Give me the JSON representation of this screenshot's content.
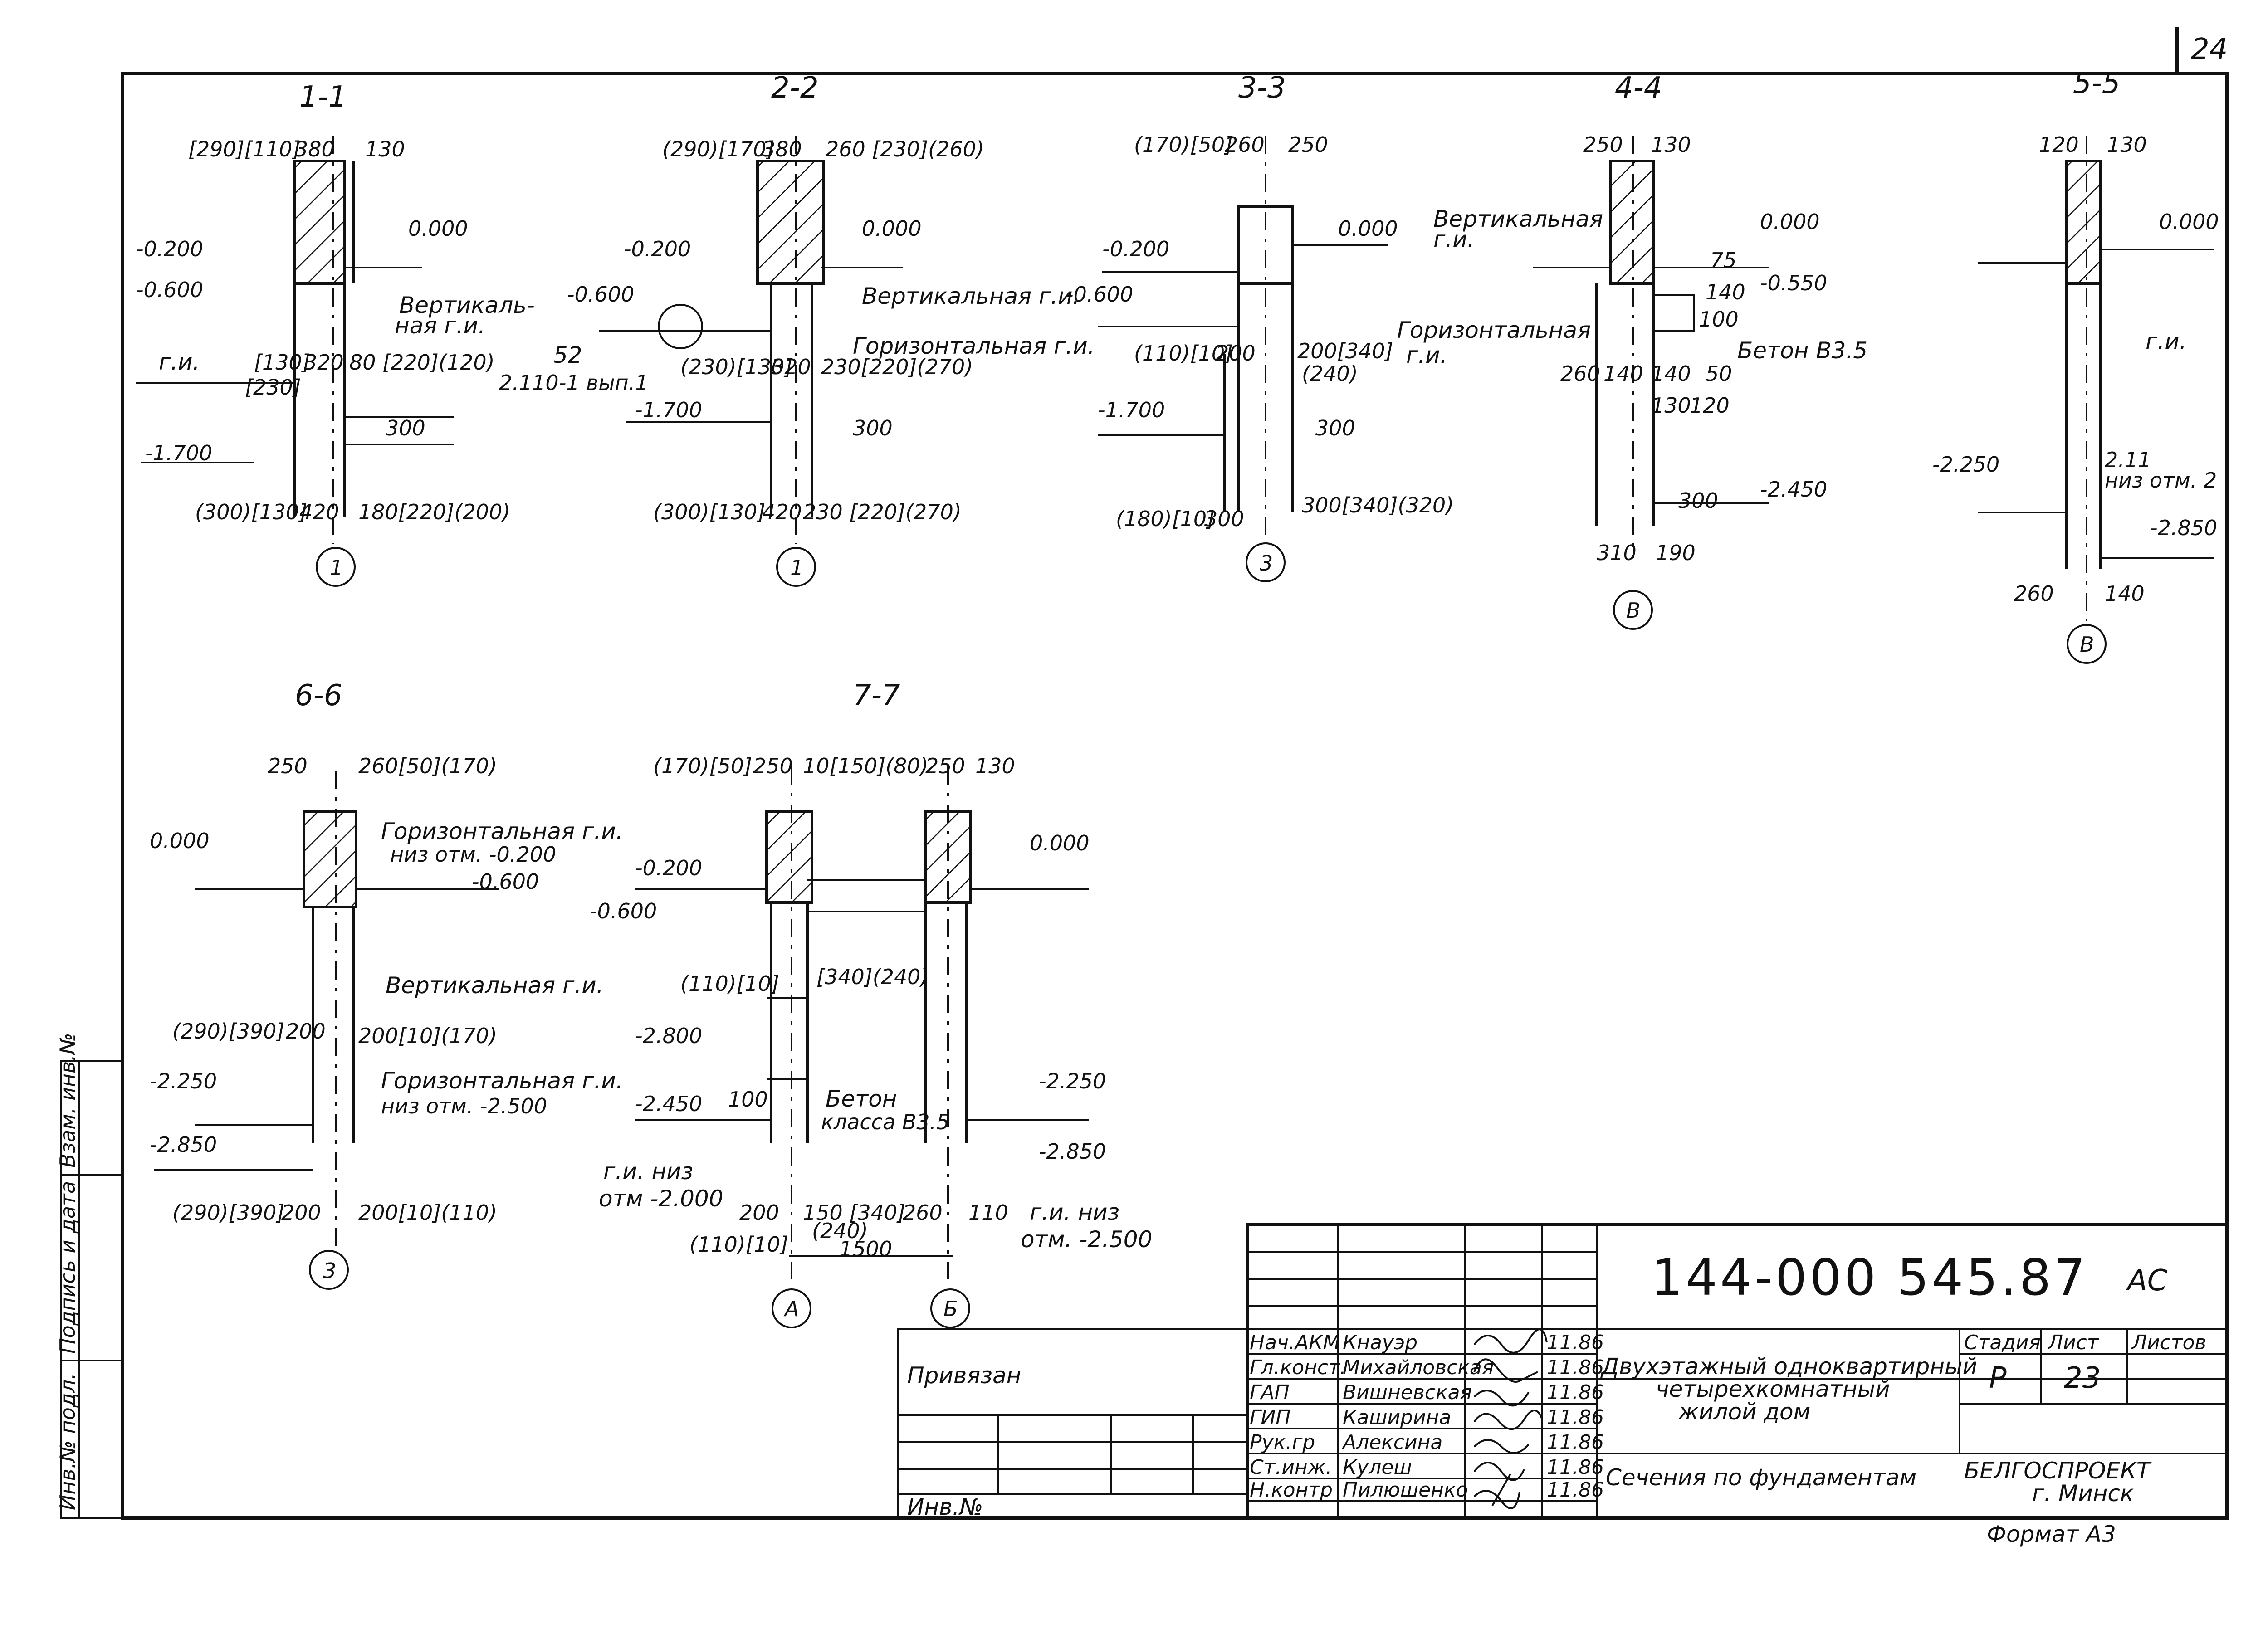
{
  "sheet_corner_number": "24",
  "sections": {
    "s1": {
      "title": "1-1",
      "dims_top": [
        "[290][110]",
        "380",
        "130"
      ],
      "levels": [
        "-0.200",
        "-0.600",
        "0.000",
        "-1.700"
      ],
      "notes": [
        "Вертикаль-",
        "ная г.и.",
        "г.и."
      ],
      "dims_mid": [
        "[130]",
        "320",
        "80 [220](120)",
        "[230]"
      ],
      "dims_bot": [
        "(300)[130]",
        "420",
        "180[220](200)"
      ],
      "dim_300": "300",
      "axis": "1"
    },
    "s2": {
      "title": "2-2",
      "dims_top": [
        "(290)[170]",
        "380",
        "260 [230](260)"
      ],
      "levels": [
        "-0.200",
        "-0.600",
        "0.000",
        "-1.700"
      ],
      "notes": [
        "Вертикальная г.и.",
        "Горизонтальная г.и.",
        "52",
        "2.110-1 вып.1"
      ],
      "dims_mid": [
        "(230)[130]",
        "320",
        "230[220](270)"
      ],
      "dims_bot": [
        "(300)[130]",
        "420",
        "230 [220](270)"
      ],
      "dim_300": "300",
      "axis": "1"
    },
    "s3": {
      "title": "3-3",
      "dims_top": [
        "(170)[50]",
        "260",
        "250"
      ],
      "levels": [
        "-0.200",
        "-0.600",
        "0.000",
        "-1.700"
      ],
      "dims_mid": [
        "(110)[10]",
        "200",
        "200[340]",
        "(240)"
      ],
      "dims_bot": [
        "(180)[10]",
        "300",
        "300[340](320)"
      ],
      "dim_300": "300",
      "axis": "3"
    },
    "s4": {
      "title": "4-4",
      "dims_top": [
        "250",
        "130"
      ],
      "levels": [
        "0.000",
        "-0.550",
        "-2.450"
      ],
      "notes": [
        "Вертикальная",
        "г.и.",
        "Горизонтальная",
        "г.и.",
        "Бетон В3.5"
      ],
      "dims_mid": [
        "260",
        "140",
        "140",
        "50",
        "130",
        "120",
        "100",
        "140",
        "75"
      ],
      "dims_bot": [
        "310",
        "190"
      ],
      "dim_300": "300",
      "axis": "В"
    },
    "s5": {
      "title": "5-5",
      "dims_top": [
        "120",
        "130"
      ],
      "levels": [
        "0.000",
        "-2.250",
        "-2.850"
      ],
      "notes": [
        "г.и.",
        "2.11",
        "низ отм. 2"
      ],
      "dims_bot": [
        "260",
        "140"
      ],
      "axis": "В"
    },
    "s6": {
      "title": "6-6",
      "dims_top": [
        "250",
        "260[50](170)"
      ],
      "levels": [
        "0.000",
        "-0.600",
        "-2.250",
        "-2.850"
      ],
      "notes": [
        "Горизонтальная г.и.",
        "низ отм. -0.200",
        "Вертикальная г.и.",
        "Горизонтальная г.и.",
        "низ отм. -2.500"
      ],
      "dims_mid": [
        "(290)[390]",
        "200",
        "200[10](170)"
      ],
      "dims_bot": [
        "(290)[390]",
        "200",
        "200[10](110)"
      ],
      "axis": "3"
    },
    "s7": {
      "title": "7-7",
      "dims_top": [
        "(170)[50]",
        "250",
        "10[150](80)",
        "250",
        "130"
      ],
      "levels": [
        "-0.200",
        "-0.600",
        "0.000",
        "-2.800",
        "-2.450",
        "-2.250",
        "-2.850"
      ],
      "notes": [
        "Бетон",
        "класса В3.5",
        "г.и. низ",
        "отм -2.000",
        "г.и. низ",
        "отм. -2.500"
      ],
      "dims_mid": [
        "(110)[10]",
        "[340](240)",
        "100"
      ],
      "dims_bot": [
        "200",
        "150 [340]",
        "(240)",
        "260",
        "110",
        "(110)[10]",
        "1500"
      ],
      "axes": [
        "А",
        "Б"
      ]
    }
  },
  "stamp": {
    "side_labels": [
      "Инв.№ подл.",
      "Подпись и дата",
      "Взам. инв.№"
    ],
    "doc_number": "144-000 545.87",
    "doc_suffix": "АС",
    "privyazan": "Привязан",
    "inv_no": "Инв.№",
    "people": [
      {
        "role": "Нач.АКМ",
        "name": "Кнауэр",
        "date": "11.86"
      },
      {
        "role": "Гл.конст.",
        "name": "Михайловская",
        "date": "11.86"
      },
      {
        "role": "ГАП",
        "name": "Вишневская",
        "date": "11.86"
      },
      {
        "role": "ГИП",
        "name": "Каширина",
        "date": "11.86"
      },
      {
        "role": "Рук.гр",
        "name": "Алексина",
        "date": "11.86"
      },
      {
        "role": "Ст.инж.",
        "name": "Кулеш",
        "date": "11.86"
      },
      {
        "role": "Н.контр",
        "name": "Пилюшенко",
        "date": "11.86"
      }
    ],
    "project_title": [
      "Двухэтажный одноквартирный",
      "четырехкомнатный",
      "жилой дом"
    ],
    "sheet_title": "Сечения по фундаментам",
    "col_headers": [
      "Стадия",
      "Лист",
      "Листов"
    ],
    "stage": "Р",
    "sheet": "23",
    "sheets": "",
    "org": "БЕЛГОСПРОЕКТ",
    "city": "г. Минск",
    "format": "Формат А3"
  }
}
